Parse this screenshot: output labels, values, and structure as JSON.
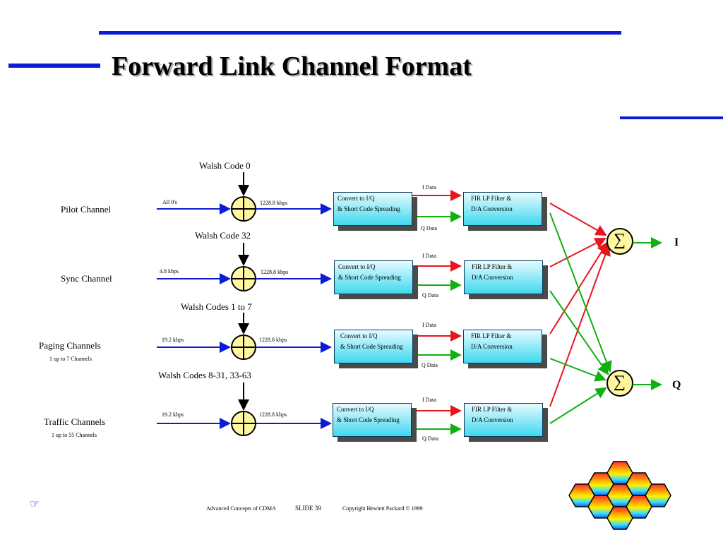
{
  "title": "Forward Link Channel Format",
  "channels": [
    {
      "name": "Pilot Channel",
      "sub": "",
      "input_rate": "All 0's",
      "walsh": "Walsh Code 0",
      "spread_rate": "1228.8 kbps"
    },
    {
      "name": "Sync Channel",
      "sub": "",
      "input_rate": "4.8 kbps",
      "walsh": "Walsh Code 32",
      "spread_rate": "1228.8 kbps"
    },
    {
      "name": "Paging Channels",
      "sub": "1 up to 7 Channels",
      "input_rate": "19.2 kbps",
      "walsh": "Walsh Codes 1 to 7",
      "spread_rate": "1228.8 kbps"
    },
    {
      "name": "Traffic Channels",
      "sub": "1 up to 55 Channels",
      "input_rate": "19.2 kbps",
      "walsh": "Walsh Codes 8-31, 33-63",
      "spread_rate": "1228.8 kbps"
    }
  ],
  "convert_box": {
    "line1": "Convert to I/Q",
    "line2": "& Short Code Spreading"
  },
  "filter_box": {
    "line1": "FIR LP Filter &",
    "line2": "D/A Conversion"
  },
  "i_data": "I Data",
  "q_data": "Q Data",
  "sum_symbol": "∑",
  "outputs": {
    "i": "I",
    "q": "Q"
  },
  "footer": {
    "course": "Advanced Concepts of CDMA",
    "slide": "SLIDE  39",
    "copyright": "Copyright Hewlett Packard © 1999"
  },
  "colors": {
    "accent_blue": "#0b1bd6",
    "i_path": "#e8141e",
    "q_path": "#10b010",
    "adder_fill": "#fff6a0",
    "box_gradient_end": "#3fd8ef"
  },
  "icons": [
    "pointing-hand-icon",
    "hexagon-cell-cluster-icon"
  ]
}
